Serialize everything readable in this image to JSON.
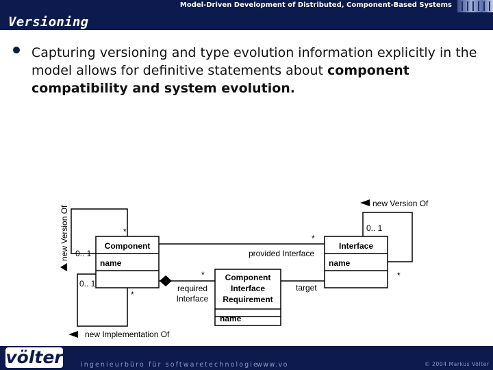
{
  "header": {
    "subtitle": "Model-Driven Development of Distributed, Component-Based Systems",
    "title": "Versioning"
  },
  "body": {
    "text_part1": "Capturing versioning and type evolution information explicitly in the model allows for definitive statements about ",
    "text_bold": "component compatibility and system evolution",
    "text_end": "."
  },
  "diagram": {
    "component": {
      "name": "Component",
      "attribute": "name"
    },
    "interface": {
      "name": "Interface",
      "attribute": "name"
    },
    "requirement": {
      "name_line1": "Component",
      "name_line2": "Interface",
      "name_line3": "Requirement",
      "attribute": "name"
    },
    "labels": {
      "comp_new_version_of": "new Version Of",
      "comp_mult_zero_one_a": "0.. 1",
      "comp_mult_zero_one_b": "0.. 1",
      "comp_star_top": "*",
      "comp_star_bottom": "*",
      "provided_star": "*",
      "provided_interface": "provided Interface",
      "iface_new_version_of": "new Version Of",
      "iface_mult_zero_one": "0.. 1",
      "iface_star": "*",
      "req_star": "*",
      "required_line1": "required",
      "required_line2": "Interface",
      "target": "target",
      "new_implementation_of": "new Implementation Of"
    }
  },
  "footer": {
    "logo": "völter",
    "company": "ingenieurbüro für softwaretechnologie",
    "url": "www.vo",
    "copyright": "© 2004 Markus Völter"
  }
}
